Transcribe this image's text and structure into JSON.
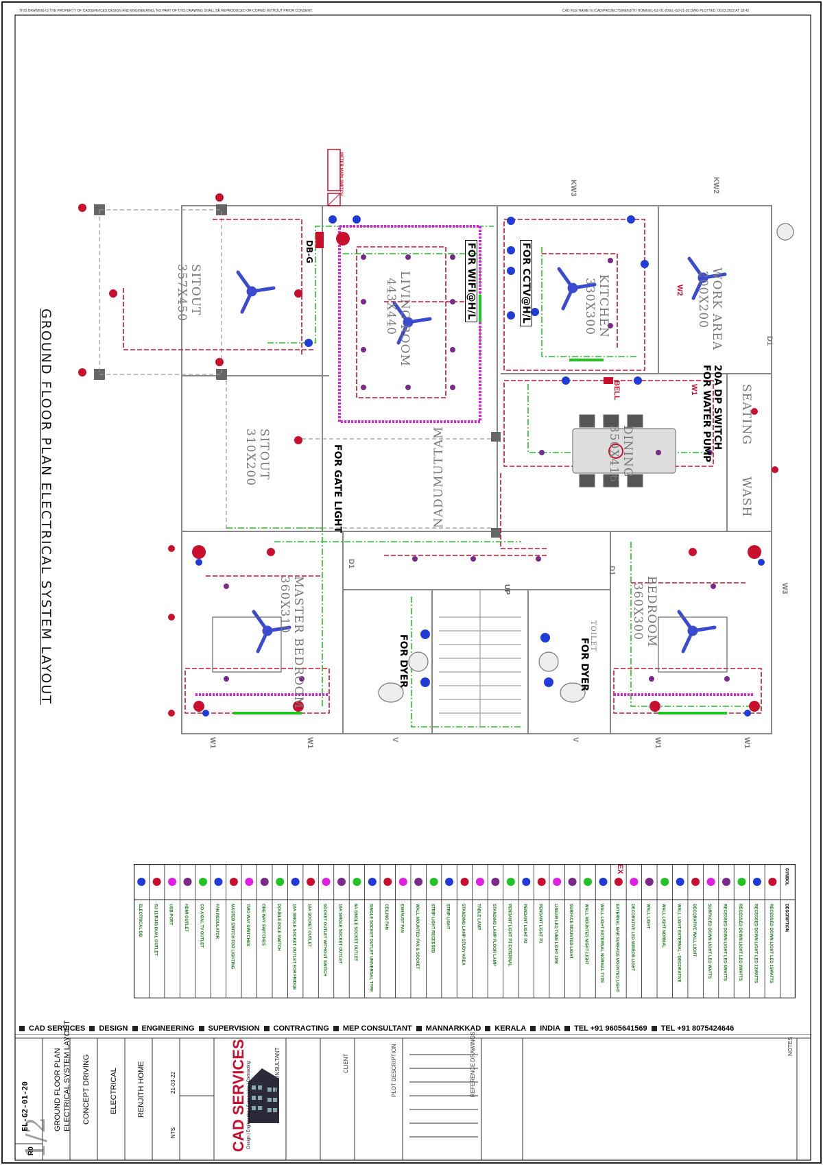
{
  "top_notes": {
    "left": "THIS DRAWING IS THE PROPERTY OF CADSERVICES DESIGN AND ENGINEERING. NO PART OF THIS DRAWING SHALL BE REPRODUCED OR COPIED WITHOUT PRIOR CONSENT.",
    "right": "CAD FILE NAME: E:\\CAD\\PROJECTS\\RENJITH HOME\\EL-G2-01-20\\EL-G2-01-20.DWG   PLOTTED: 08.03.2022 AT 18:45"
  },
  "drawing_title": "GROUND FLOOR PLAN ELECTRICAL SYSTEM LAYOUT",
  "rooms": {
    "sitout1_name": "SITOUT",
    "sitout1_size": "357X450",
    "sitout2_name": "SITOUT",
    "sitout2_size": "310X200",
    "living_name": "LIVING ROOM",
    "living_size": "443X440",
    "kitchen_name": "KITCHEN",
    "kitchen_size": "330X300",
    "work_name": "WORK AREA",
    "work_size": "200X200",
    "dining_name": "DINING",
    "dining_size": "350X416",
    "seating": "SEATING",
    "wash": "WASH",
    "nadumuttam": "NADUMUTTAM",
    "master_name": "MASTER BEDROOM",
    "master_size": "360X310",
    "bed_name": "BEDROOM",
    "bed_size": "360X300",
    "toilet": "TOILET"
  },
  "notes": {
    "wifi": "FOR WIFI@H/L",
    "cctv": "FOR CCTV@H/L",
    "gate": "FOR GATE LIGHT",
    "pump1": "20A DP SWITCH",
    "pump2": "FOR WATER PUMP",
    "dyer1": "FOR DYER",
    "dyer2": "FOR DYER",
    "dbg": "DB-G",
    "bell": "BELL",
    "ex": "EX",
    "meter": "METER MAIN SWITCH",
    "up": "UP"
  },
  "openings": {
    "kw3": "KW3",
    "kw2": "KW2",
    "d1a": "D1",
    "d1b": "D1",
    "d1c": "D1",
    "w1a": "W1",
    "w1b": "W1",
    "w1c": "W1",
    "w1d": "W1",
    "w3": "W3",
    "v1": "V",
    "v2": "V",
    "wa": "W1",
    "wb": "W2"
  },
  "legend": {
    "header_symbol": "SYMBOL",
    "header_desc": "DESCRIPTION",
    "rows": [
      "RECESSED DOWN LIGHT LED 15WATTS",
      "RECESSED DOWN LIGHT LED 12WATTS",
      "RECESSED DOWN LIGHT LED 9WATTS",
      "RECESSED DOWN LIGHT LED 6WATTS",
      "SURFACED DOWN LIGHT LED WATTS",
      "DECORATIVE WALL LIGHT",
      "WALL LIGHT EXTERNAL - DECORATIVE",
      "WALL LIGHT NORMAL",
      "WALL LIGHT",
      "DECORATIVE LED MIRROR LIGHT",
      "EXTERNAL BAR SURFACE MOUNTED LIGHT",
      "WALL LIGHT EXTERNAL NORMAL TYPE",
      "WALL MOUNTED NIGHT LIGHT",
      "SURFACE MOUNTED LIGHT",
      "LINEAR LED TUBE LIGHT 20W",
      "PENDANT LIGHT P1",
      "PENDANT LIGHT P2",
      "PENDANT LIGHT P3 EXTERNAL",
      "STANDING LAMP FLOOR LAMP",
      "TABLE LAMP",
      "STANDING LAMP STUDY AREA",
      "STRIP LIGHT",
      "STRIP LIGHT RECESSED",
      "WALL MOUNTED FAN & SOCKET",
      "EXHAUST FAN",
      "CEILING FAN",
      "SINGLE SOCKET OUTLET UNIVERSAL TYPE",
      "6A SINGLE SOCKET OUTLET",
      "16A SINGLE SOCKET OUTLET",
      "SOCKET OUTLET WITHOUT SWITCH",
      "16A SOCKET OUTLET",
      "16A SINGLE SOCKET OUTLET FOR FRIDGE",
      "DOUBLE POLE SWITCH",
      "ONE WAY SWITCHES",
      "TWO WAY SWITCHES",
      "MASTER SWITCH FOR LIGHTING",
      "FAN REGULATOR",
      "CO-AXIAL TV OUTLET",
      "HDMI OUTLET",
      "USB PORT",
      "RJ-11/RJ45 DUAL OUTLET",
      "ELECTRICAL DB"
    ]
  },
  "company_bar": {
    "items": [
      "CAD SERVICES",
      "DESIGN",
      "ENGINEERING",
      "SUPERVISION",
      "CONTRACTING",
      "MEP CONSULTANT",
      "MANNARKKAD",
      "KERALA",
      "INDIA",
      "TEL +91 9605641569",
      "TEL +91 8075424646"
    ]
  },
  "title_block": {
    "drawing_no": "EL-G2-01-20",
    "rev": "R0",
    "drawing_title_1": "GROUND FLOOR PLAN",
    "drawing_title_2": "ELECTRICAL SYSTEM LAYOUT",
    "drawing_type": "CONCEPT DRIVING",
    "discipline": "ELECTRICAL",
    "project": "RENJITH HOME",
    "company": "CAD SERVICES",
    "company_sub": "Design | Engineering | Supervision | Contracting",
    "date": "21-03-22",
    "scale": "NTS",
    "mep": "MEP CONSULTANT",
    "client": "CLIENT",
    "plot": "PLOT DESCRIPTION",
    "ref": "REFERENCE DRAWINGS",
    "notes": "NOTES",
    "page": "1/2"
  },
  "colors": {
    "red": "#c8102e",
    "green": "#22c322",
    "blue": "#1f3bd8",
    "magenta": "#e020e0",
    "gray": "#7a7a7a",
    "purple": "#7a2a8a"
  }
}
